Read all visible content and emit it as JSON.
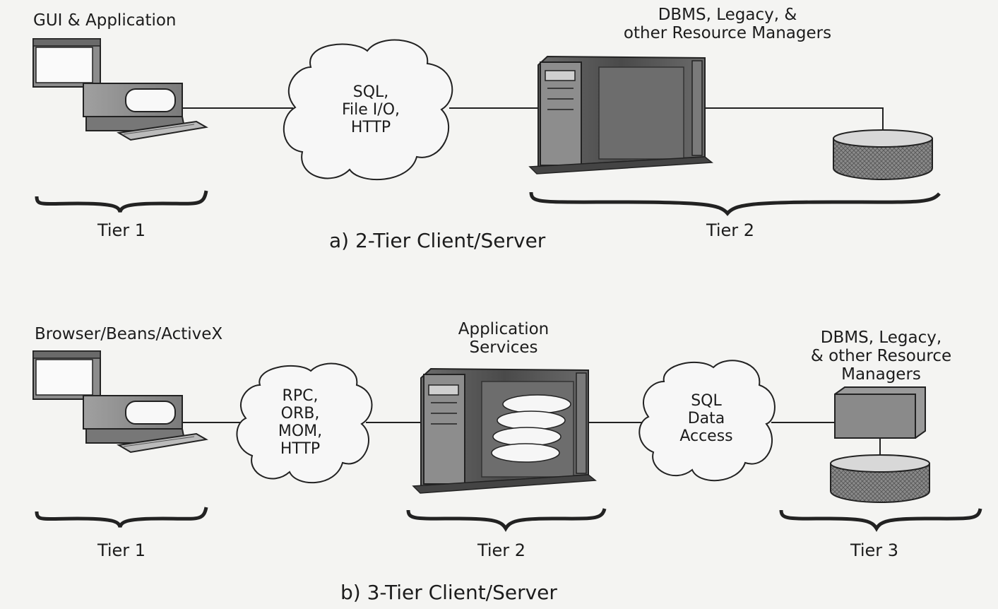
{
  "panel_a": {
    "client_label": "GUI & Application",
    "cloud_lines": [
      "SQL,",
      "File I/O,",
      "HTTP"
    ],
    "server_label_lines": [
      "DBMS, Legacy, &",
      "other Resource Managers"
    ],
    "tier1": "Tier 1",
    "tier2": "Tier 2",
    "caption": "a) 2-Tier Client/Server"
  },
  "panel_b": {
    "client_label": "Browser/Beans/ActiveX",
    "cloud1_lines": [
      "RPC,",
      "ORB,",
      "MOM,",
      "HTTP"
    ],
    "app_label_lines": [
      "Application",
      "Services"
    ],
    "cloud2_lines": [
      "SQL",
      "Data",
      "Access"
    ],
    "resource_label_lines": [
      "DBMS, Legacy,",
      "& other Resource",
      "Managers"
    ],
    "tier1": "Tier 1",
    "tier2": "Tier 2",
    "tier3": "Tier 3",
    "caption": "b) 3-Tier Client/Server"
  }
}
